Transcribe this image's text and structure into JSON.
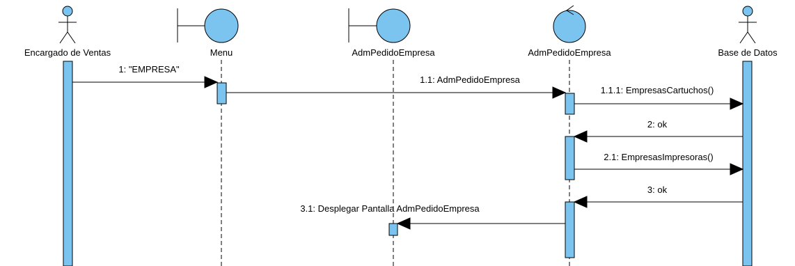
{
  "participants": [
    {
      "id": "p1",
      "kind": "actor",
      "name": "Encargado de Ventas"
    },
    {
      "id": "p2",
      "kind": "boundary",
      "name": "Menu"
    },
    {
      "id": "p3",
      "kind": "boundary",
      "name": "AdmPedidoEmpresa"
    },
    {
      "id": "p4",
      "kind": "control",
      "name": "AdmPedidoEmpresa"
    },
    {
      "id": "p5",
      "kind": "actor",
      "name": "Base de Datos"
    }
  ],
  "messages": [
    {
      "id": "m1",
      "from": "p1",
      "to": "p2",
      "label": "1: \"EMPRESA\"",
      "type": "call"
    },
    {
      "id": "m2",
      "from": "p2",
      "to": "p4",
      "label": "1.1: AdmPedidoEmpresa",
      "type": "call"
    },
    {
      "id": "m3",
      "from": "p4",
      "to": "p5",
      "label": "1.1.1: EmpresasCartuchos()",
      "type": "call"
    },
    {
      "id": "m4",
      "from": "p5",
      "to": "p4",
      "label": "2: ok",
      "type": "call"
    },
    {
      "id": "m5",
      "from": "p4",
      "to": "p5",
      "label": "2.1: EmpresasImpresoras()",
      "type": "call"
    },
    {
      "id": "m6",
      "from": "p5",
      "to": "p4",
      "label": "3: ok",
      "type": "call"
    },
    {
      "id": "m7",
      "from": "p4",
      "to": "p3",
      "label": "3.1: Desplegar Pantalla AdmPedidoEmpresa",
      "type": "call"
    }
  ],
  "colors": {
    "fill": "#7cc4f0",
    "stroke": "#000000"
  }
}
